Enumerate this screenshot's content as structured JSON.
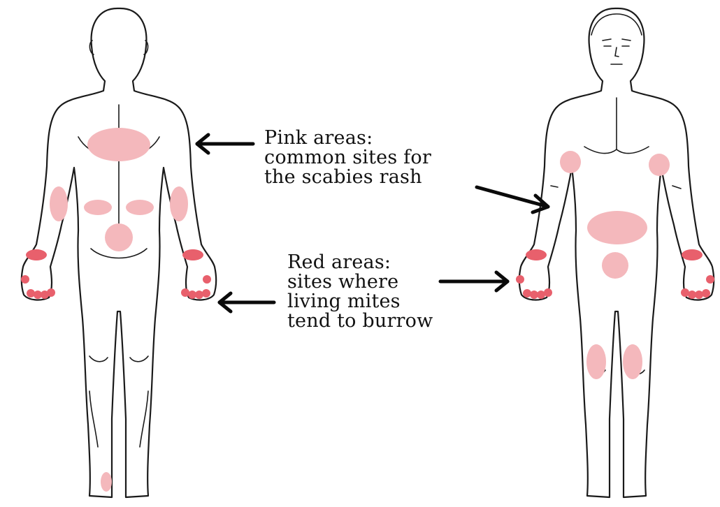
{
  "annotations": {
    "pink": {
      "lines": [
        "Pink areas:",
        "common sites for",
        "the scabies rash"
      ],
      "color": "#f4b8bc"
    },
    "red": {
      "lines": [
        "Red areas:",
        "sites where",
        "living mites",
        "tend to burrow"
      ],
      "color": "#e8606c"
    }
  },
  "figures": [
    "back-view",
    "front-view"
  ]
}
